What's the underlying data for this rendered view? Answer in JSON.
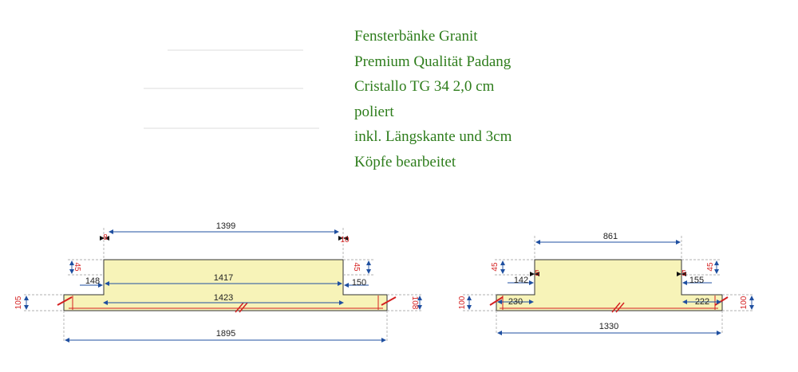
{
  "description_lines": [
    "Fensterbänke Granit",
    "Premium Qualität Padang",
    "Cristallo TG 34 2,0 cm",
    "poliert",
    "inkl. Längskante und 3cm",
    "Köpfe bearbeitet"
  ],
  "colors": {
    "text_green": "#2e7d1c",
    "stone_fill": "#f7f3b8",
    "dimension_blue": "#1f4fa0",
    "red_mark": "#d42020",
    "outline": "#333333"
  },
  "sill_left": {
    "top_width": "1399",
    "offset_left": "8",
    "offset_right": "10",
    "depth_top_left": "45",
    "depth_top_right": "45",
    "step_left": "148",
    "step_right": "150",
    "mid_width": "1417",
    "inner_width": "1423",
    "depth_side_left": "105",
    "depth_side_right": "108",
    "overall_width": "1895"
  },
  "sill_right": {
    "top_width": "861",
    "depth_top_left": "45",
    "depth_top_right": "45",
    "step_left": "142",
    "step_right": "155",
    "offset_left": "5",
    "offset_right": "5",
    "ear_left": "230",
    "ear_right": "222",
    "depth_side_left": "100",
    "depth_side_right": "100",
    "overall_width": "1330"
  }
}
